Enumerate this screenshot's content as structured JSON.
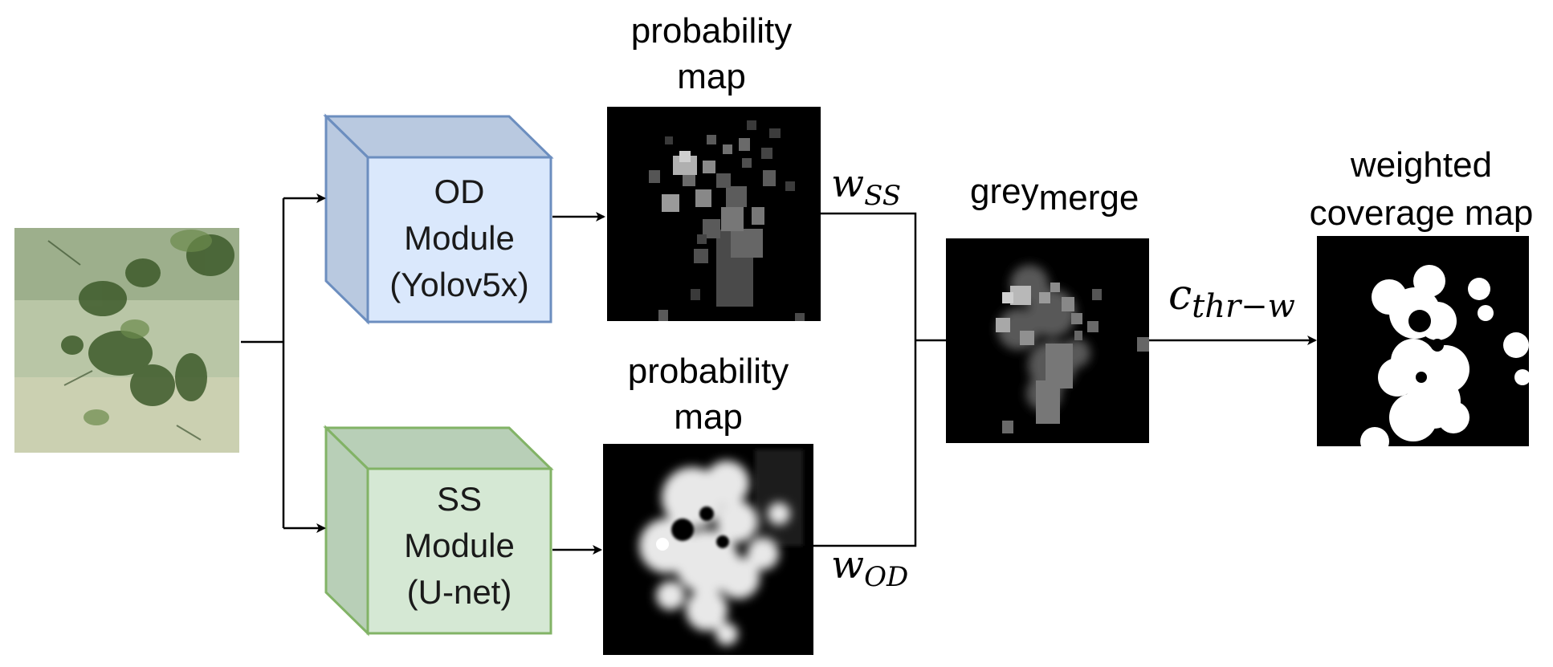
{
  "modules": {
    "od": {
      "line1": "OD",
      "line2": "Module",
      "line3": "(Yolov5x)",
      "fill": "#dae8fc",
      "stroke": "#6c8ebf"
    },
    "ss": {
      "line1": "SS",
      "line2": "Module",
      "line3": "(U-net)",
      "fill": "#d5e8d4",
      "stroke": "#82b366"
    }
  },
  "labels": {
    "prob_top_1": "probability",
    "prob_top_2": "map",
    "prob_bottom_1": "probability",
    "prob_bottom_2": "map",
    "grey_base": "grey",
    "grey_sub": "merge",
    "weighted_1": "weighted",
    "weighted_2": "coverage map"
  },
  "weights": {
    "w_ss_base": "w",
    "w_ss_sub": "SS",
    "w_od_base": "w",
    "w_od_sub": "OD"
  },
  "threshold": {
    "base": "c",
    "sub": "thr−w"
  },
  "images": {
    "input": "underwater seagrass photo",
    "od_map": "object detection probability map",
    "ss_map": "semantic segmentation probability map",
    "merge_map": "merged grey map",
    "coverage_map": "weighted binary coverage map"
  }
}
